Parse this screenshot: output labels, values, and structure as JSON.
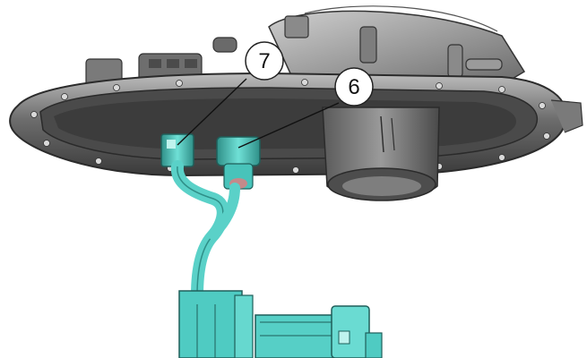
{
  "callouts": [
    {
      "label": "7",
      "part": "connector"
    },
    {
      "label": "6",
      "part": "hose-fitting"
    }
  ],
  "colors": {
    "housing": "#6f6f6f",
    "housing_light": "#a9a9a9",
    "housing_dark": "#3e3e3e",
    "highlight": "#58cfc6",
    "highlight_dark": "#2f8f88",
    "callout_fill": "#ffffff",
    "callout_stroke": "#222222"
  }
}
